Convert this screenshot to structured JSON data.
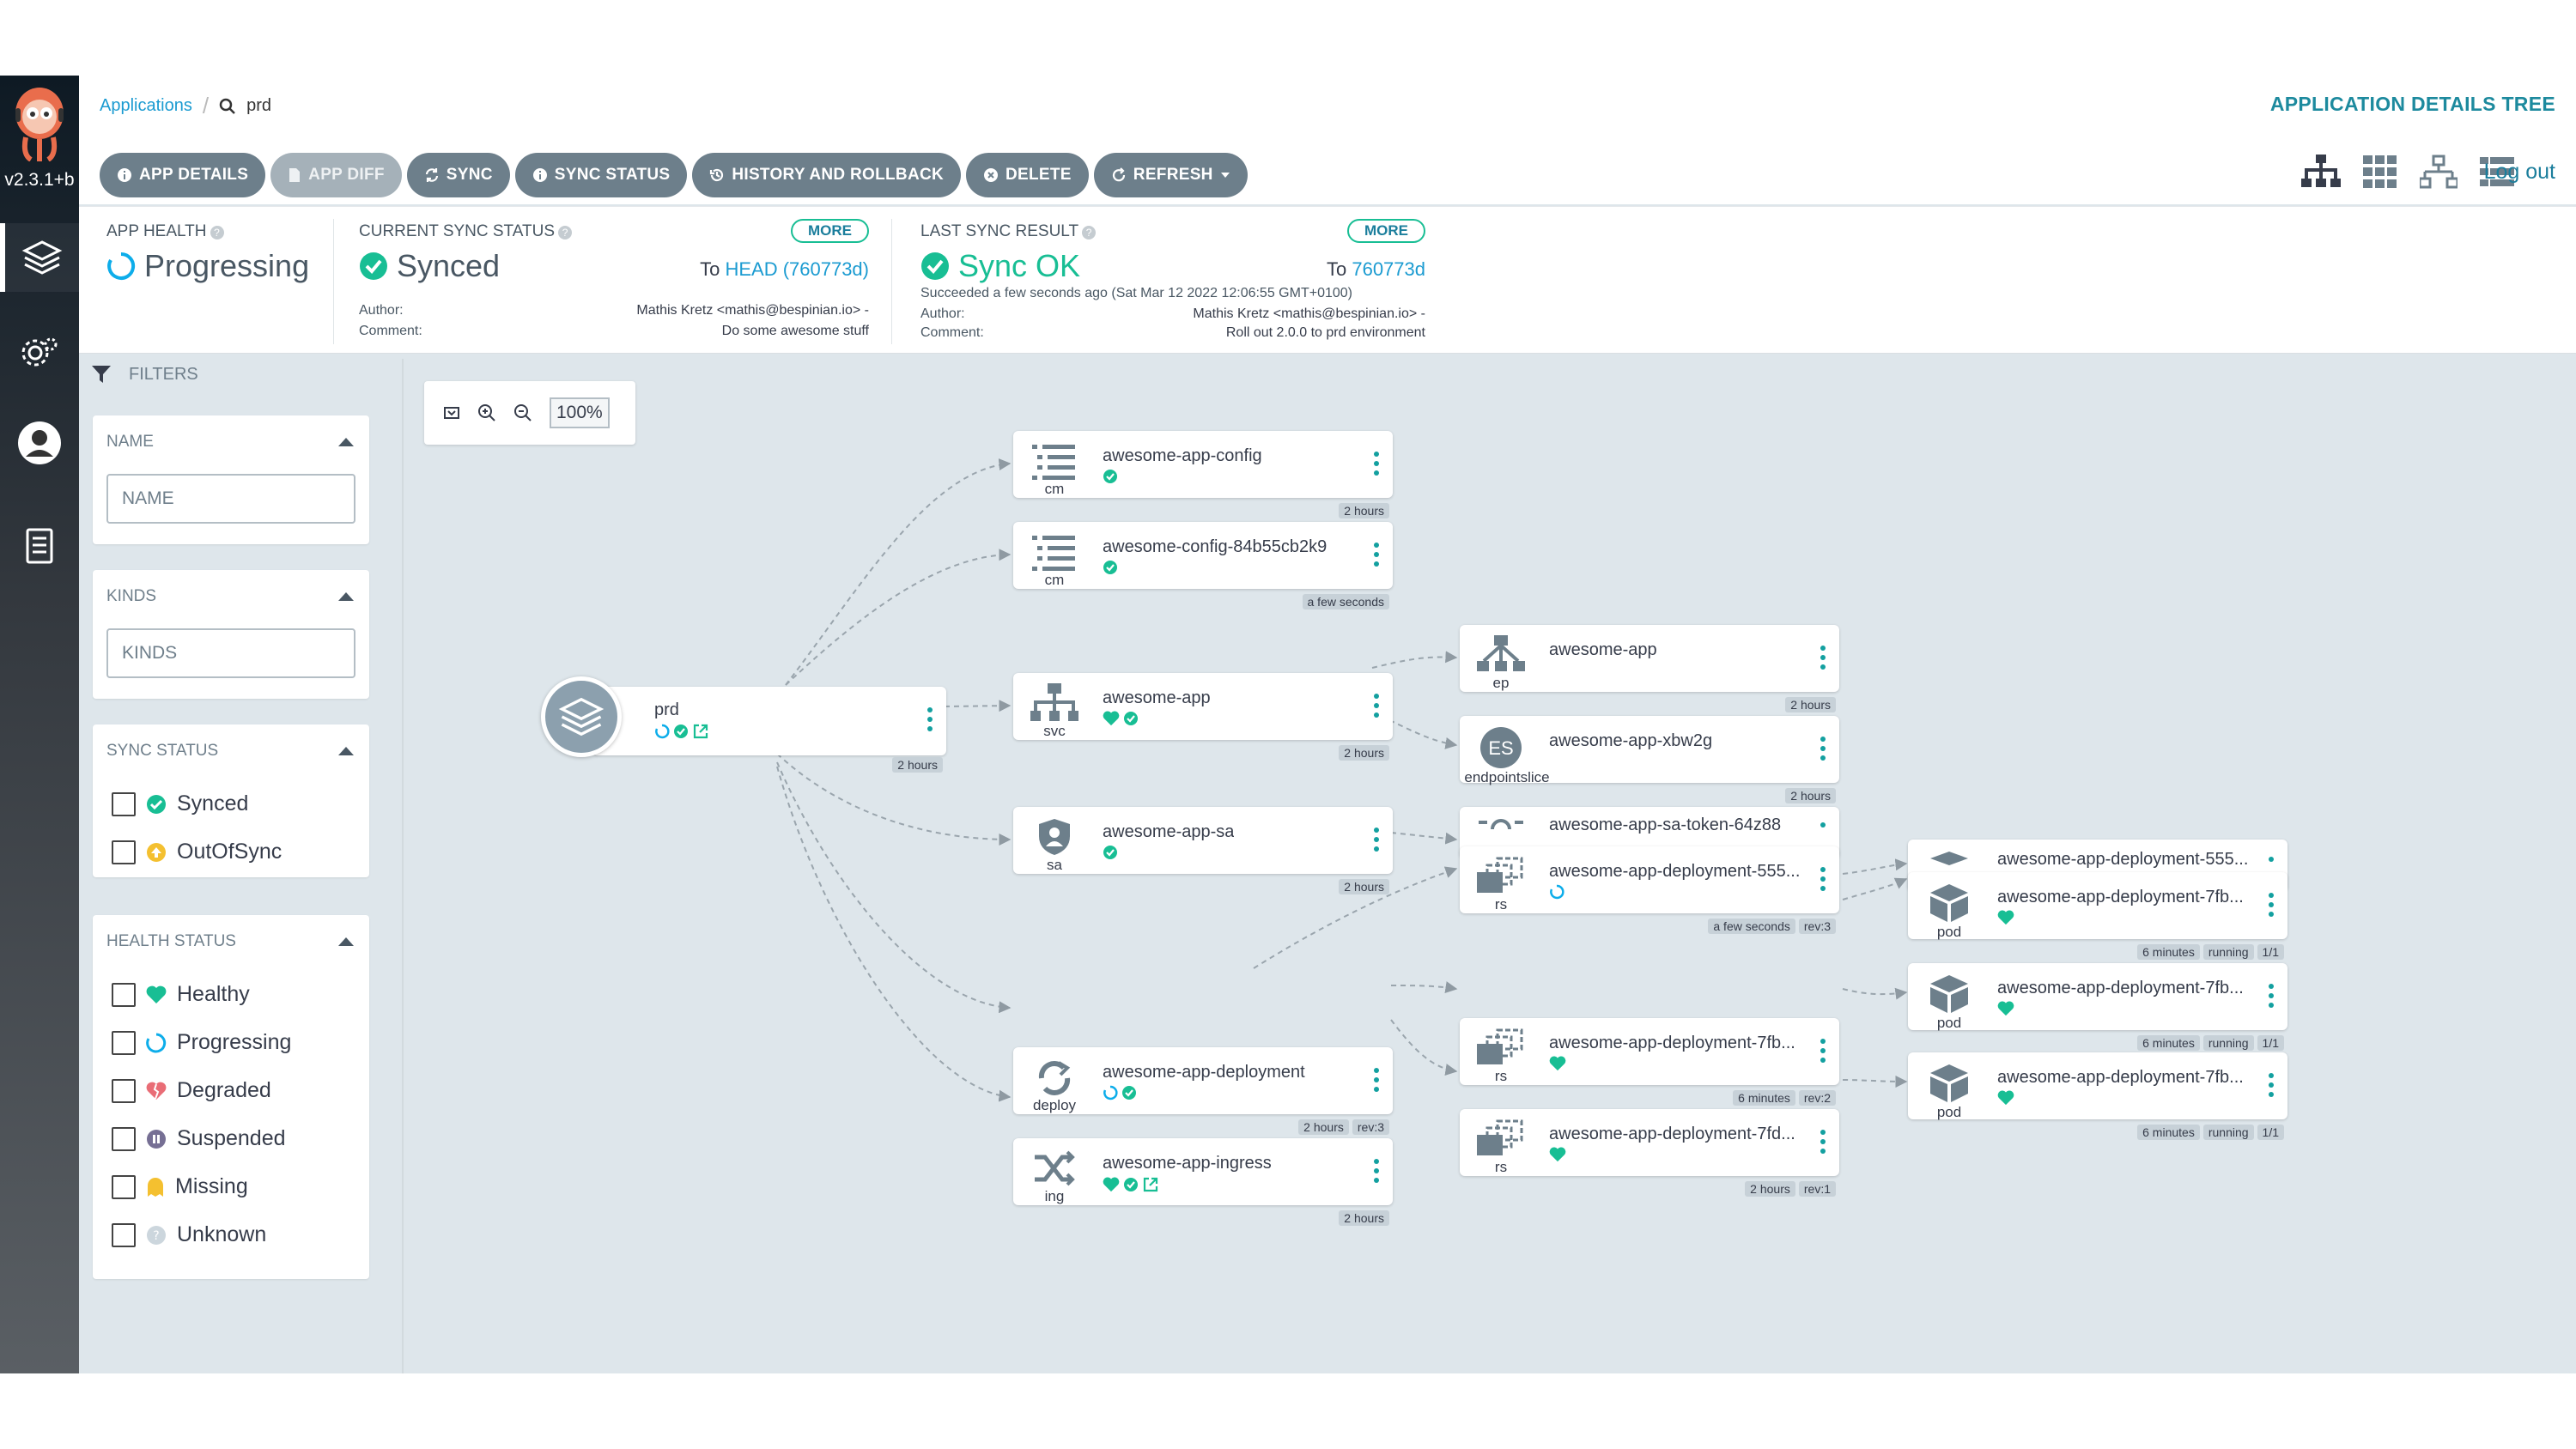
{
  "nav": {
    "version": "v2.3.1+b"
  },
  "breadcrumb": {
    "root": "Applications",
    "current": "prd"
  },
  "page_title": "APPLICATION DETAILS TREE",
  "toolbar": [
    {
      "label": "APP DETAILS",
      "icon": "info-icon",
      "disabled": false
    },
    {
      "label": "APP DIFF",
      "icon": "file-icon",
      "disabled": true
    },
    {
      "label": "SYNC",
      "icon": "sync-icon",
      "disabled": false
    },
    {
      "label": "SYNC STATUS",
      "icon": "info-icon",
      "disabled": false
    },
    {
      "label": "HISTORY AND ROLLBACK",
      "icon": "history-icon",
      "disabled": false
    },
    {
      "label": "DELETE",
      "icon": "delete-icon",
      "disabled": false
    },
    {
      "label": "REFRESH",
      "icon": "refresh-icon",
      "disabled": false
    }
  ],
  "logout": "Log out",
  "status": {
    "health_label": "APP HEALTH",
    "health_value": "Progressing",
    "sync_label": "CURRENT SYNC STATUS",
    "sync_value": "Synced",
    "sync_more": "MORE",
    "sync_to_prefix": "To",
    "sync_to_ref": "HEAD (760773d)",
    "sync_author_label": "Author:",
    "sync_author": "Mathis Kretz <mathis@bespinian.io> -",
    "sync_comment_label": "Comment:",
    "sync_comment": "Do some awesome stuff",
    "last_label": "LAST SYNC RESULT",
    "last_value": "Sync OK",
    "last_more": "MORE",
    "last_to_prefix": "To",
    "last_to_ref": "760773d",
    "last_succeeded": "Succeeded a few seconds ago (Sat Mar 12 2022 12:06:55 GMT+0100)",
    "last_author_label": "Author:",
    "last_author": "Mathis Kretz <mathis@bespinian.io> -",
    "last_comment_label": "Comment:",
    "last_comment": "Roll out 2.0.0 to prd environment"
  },
  "filters": {
    "title": "FILTERS",
    "name_header": "NAME",
    "name_placeholder": "NAME",
    "kinds_header": "KINDS",
    "kinds_placeholder": "KINDS",
    "sync_header": "SYNC STATUS",
    "sync_options": [
      "Synced",
      "OutOfSync"
    ],
    "health_header": "HEALTH STATUS",
    "health_options": [
      "Healthy",
      "Progressing",
      "Degraded",
      "Suspended",
      "Missing",
      "Unknown"
    ]
  },
  "zoom": {
    "level": "100%"
  },
  "graph": {
    "app": {
      "name": "prd",
      "age": "2 hours"
    },
    "nodes": {
      "cm1": {
        "title": "awesome-app-config",
        "kind": "cm",
        "tags": [
          "2 hours"
        ]
      },
      "cm2": {
        "title": "awesome-config-84b55cb2k9",
        "kind": "cm",
        "tags": [
          "a few seconds"
        ]
      },
      "svc": {
        "title": "awesome-app",
        "kind": "svc",
        "tags": [
          "2 hours"
        ]
      },
      "sa": {
        "title": "awesome-app-sa",
        "kind": "sa",
        "tags": [
          "2 hours"
        ]
      },
      "deploy": {
        "title": "awesome-app-deployment",
        "kind": "deploy",
        "tags": [
          "2 hours",
          "rev:3"
        ]
      },
      "ing": {
        "title": "awesome-app-ingress",
        "kind": "ing",
        "tags": [
          "2 hours"
        ]
      },
      "ep": {
        "title": "awesome-app",
        "kind": "ep",
        "tags": [
          "2 hours"
        ]
      },
      "eps": {
        "title": "awesome-app-xbw2g",
        "kind": "endpointslice",
        "badge": "ES",
        "tags": [
          "2 hours"
        ]
      },
      "token": {
        "title": "awesome-app-sa-token-64z88"
      },
      "rs1": {
        "title": "awesome-app-deployment-555...",
        "kind": "rs",
        "tags": [
          "a few seconds",
          "rev:3"
        ]
      },
      "rs2": {
        "title": "awesome-app-deployment-7fb...",
        "kind": "rs",
        "tags": [
          "6 minutes",
          "rev:2"
        ]
      },
      "rs3": {
        "title": "awesome-app-deployment-7fd...",
        "kind": "rs",
        "tags": [
          "2 hours",
          "rev:1"
        ]
      },
      "podbehind": {
        "title": "awesome-app-deployment-555..."
      },
      "pod1": {
        "title": "awesome-app-deployment-7fb...",
        "kind": "pod",
        "tags": [
          "6 minutes",
          "running",
          "1/1"
        ]
      },
      "pod2": {
        "title": "awesome-app-deployment-7fb...",
        "kind": "pod",
        "tags": [
          "6 minutes",
          "running",
          "1/1"
        ]
      },
      "pod3": {
        "title": "awesome-app-deployment-7fb...",
        "kind": "pod",
        "tags": [
          "6 minutes",
          "running",
          "1/1"
        ]
      }
    }
  },
  "colors": {
    "accent": "#18be94",
    "link": "#1b9bd1",
    "button": "#6d7f8b",
    "progress": "#0dadea",
    "nav": "#0e1a24"
  }
}
